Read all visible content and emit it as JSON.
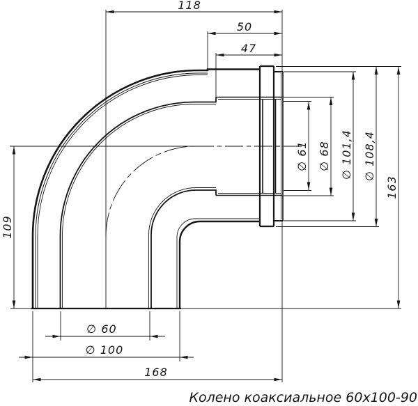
{
  "drawing": {
    "title": "Колено коаксиальное 60х100-90",
    "line_color": "#161616",
    "background": "#ffffff",
    "dims": {
      "w118": "118",
      "l50": "50",
      "l47": "47",
      "h109": "109",
      "h163": "163",
      "d61": "∅ 61",
      "d68": "∅ 68",
      "d101": "∅ 101,4",
      "d108": "∅ 108,4",
      "d60": "∅ 60",
      "d100": "∅ 100",
      "l168": "168"
    }
  }
}
